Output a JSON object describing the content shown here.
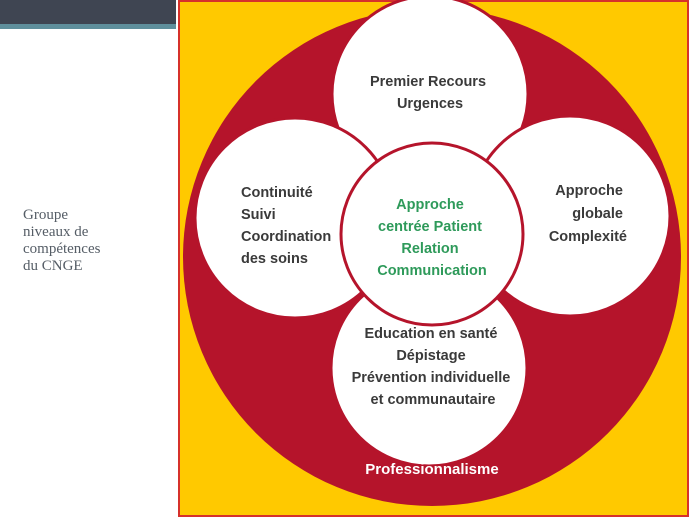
{
  "slide": {
    "caption": "Groupe\nniveaux de\ncompétences\ndu CNGE"
  },
  "diagram": {
    "colors": {
      "background": "#ffc900",
      "frame": "#d6312b",
      "ring": "#b5142b",
      "circle_fill": "#ffffff",
      "circle_stroke": "#b5142b",
      "center_text": "#2e9a5a",
      "text": "#3a3a3a"
    },
    "ring_label": "Professionnalisme",
    "nodes": {
      "top": {
        "lines": [
          "Premier Recours",
          "Urgences"
        ]
      },
      "left": {
        "lines": [
          "Continuité",
          "Suivi",
          "Coordination",
          "des soins"
        ]
      },
      "right": {
        "lines": [
          "Approche",
          "globale",
          "Complexité"
        ]
      },
      "bottom": {
        "lines": [
          "Education en santé",
          "Dépistage",
          "Prévention individuelle",
          "et communautaire"
        ]
      },
      "center": {
        "lines": [
          "Approche",
          "centrée Patient",
          "Relation",
          "Communication"
        ]
      }
    }
  }
}
